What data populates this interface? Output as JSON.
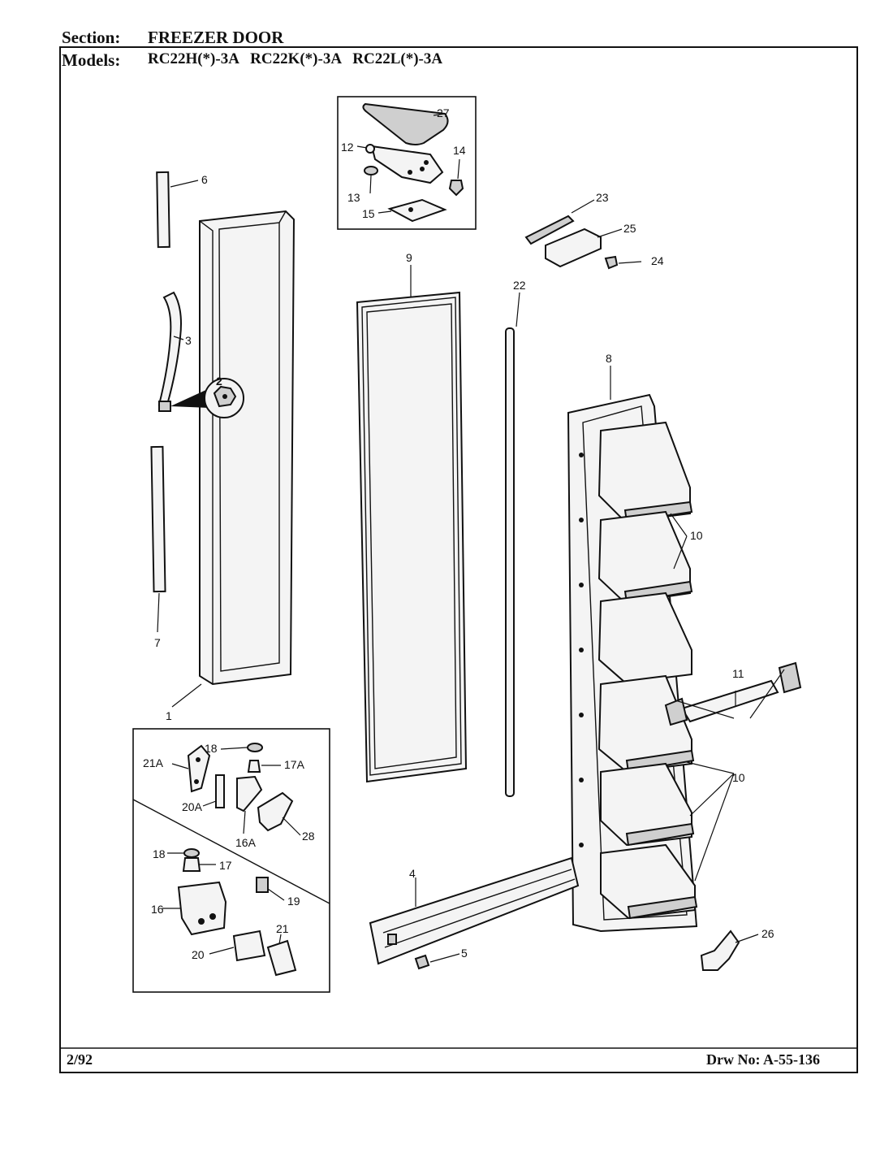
{
  "header": {
    "section_label": "Section:",
    "section_value": "FREEZER DOOR",
    "models_label": "Models:",
    "models_value": "RC22H(*)-3A   RC22K(*)-3A   RC22L(*)-3A"
  },
  "footer": {
    "date": "2/92",
    "drawing_number": "Drw No: A-55-136"
  },
  "callouts": {
    "c1": "1",
    "c2": "2",
    "c3": "3",
    "c4": "4",
    "c5": "5",
    "c6": "6",
    "c7": "7",
    "c8": "8",
    "c9": "9",
    "c10a": "10",
    "c10b": "10",
    "c11": "11",
    "c12": "12",
    "c13": "13",
    "c14": "14",
    "c15": "15",
    "c16": "16",
    "c16A": "16A",
    "c17": "17",
    "c17A": "17A",
    "c18a": "18",
    "c18b": "18",
    "c19": "19",
    "c20": "20",
    "c20A": "20A",
    "c21": "21",
    "c21A": "21A",
    "c22": "22",
    "c23": "23",
    "c24": "24",
    "c25": "25",
    "c26": "26",
    "c27": "27",
    "c28": "28"
  }
}
